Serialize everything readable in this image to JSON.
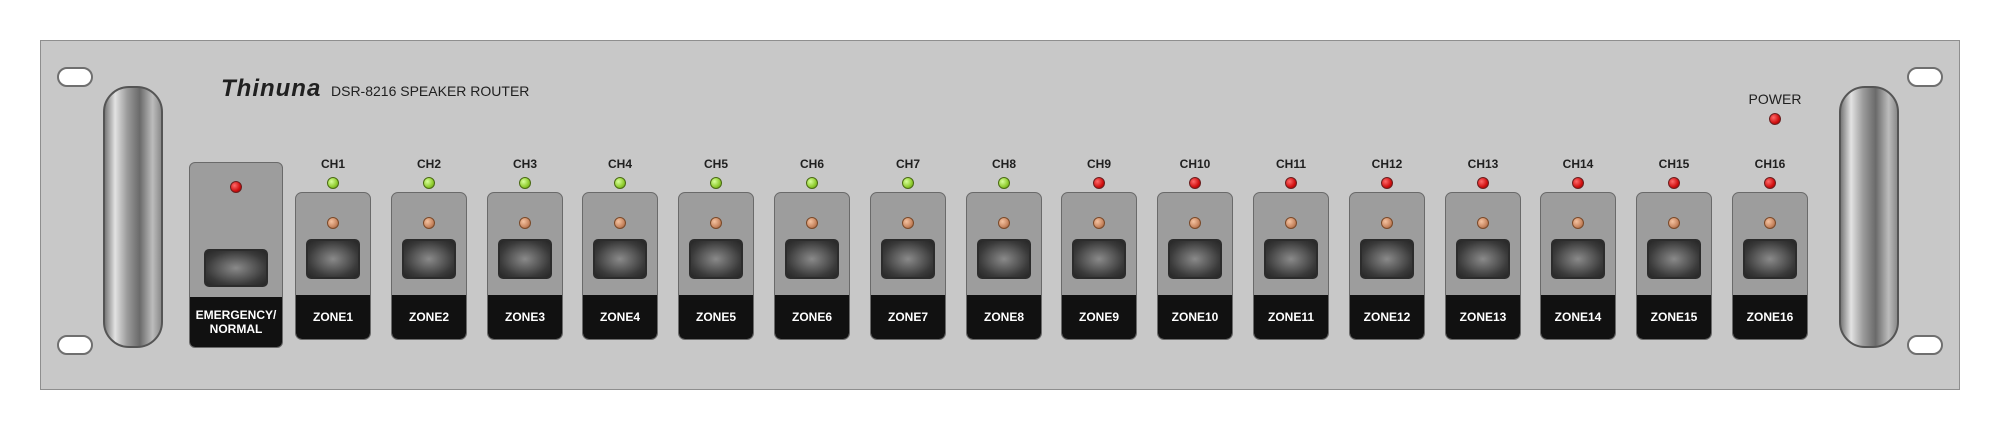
{
  "device": {
    "brand": "Thinuna",
    "model": "DSR-8216 SPEAKER ROUTER",
    "power_label": "POWER",
    "emergency_line1": "EMERGENCY/",
    "emergency_line2": "NORMAL"
  },
  "colors": {
    "panel": "#c8c8c8",
    "led_green": "#8fcc2e",
    "led_red": "#d01010",
    "led_amber": "#c88660"
  },
  "channels": [
    {
      "ch": "CH1",
      "zone": "ZONE1",
      "status": "green"
    },
    {
      "ch": "CH2",
      "zone": "ZONE2",
      "status": "green"
    },
    {
      "ch": "CH3",
      "zone": "ZONE3",
      "status": "green"
    },
    {
      "ch": "CH4",
      "zone": "ZONE4",
      "status": "green"
    },
    {
      "ch": "CH5",
      "zone": "ZONE5",
      "status": "green"
    },
    {
      "ch": "CH6",
      "zone": "ZONE6",
      "status": "green"
    },
    {
      "ch": "CH7",
      "zone": "ZONE7",
      "status": "green"
    },
    {
      "ch": "CH8",
      "zone": "ZONE8",
      "status": "green"
    },
    {
      "ch": "CH9",
      "zone": "ZONE9",
      "status": "red"
    },
    {
      "ch": "CH10",
      "zone": "ZONE10",
      "status": "red"
    },
    {
      "ch": "CH11",
      "zone": "ZONE11",
      "status": "red"
    },
    {
      "ch": "CH12",
      "zone": "ZONE12",
      "status": "red"
    },
    {
      "ch": "CH13",
      "zone": "ZONE13",
      "status": "red"
    },
    {
      "ch": "CH14",
      "zone": "ZONE14",
      "status": "red"
    },
    {
      "ch": "CH15",
      "zone": "ZONE15",
      "status": "red"
    },
    {
      "ch": "CH16",
      "zone": "ZONE16",
      "status": "red"
    }
  ]
}
